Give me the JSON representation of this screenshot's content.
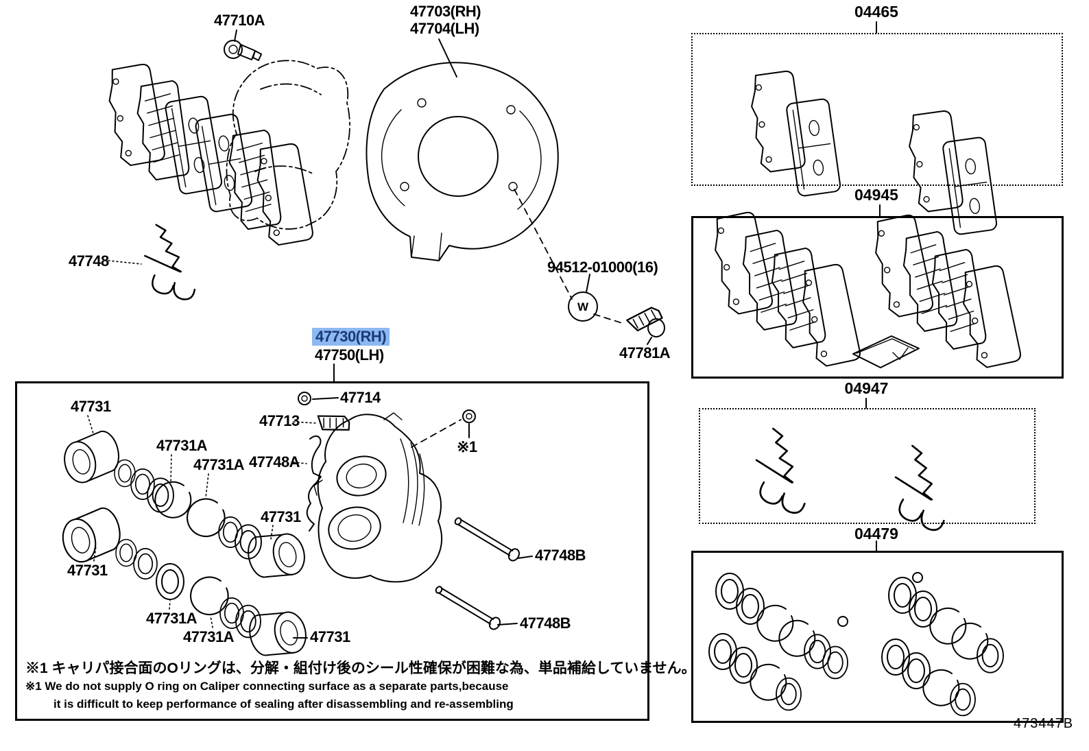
{
  "highlight": {
    "bg": "#8CB9F0",
    "text": "#1A3A78"
  },
  "parts": {
    "bolt_top": "47710A",
    "shield_rh": "47703(RH)",
    "shield_lh": "47704(LH)",
    "washer": "94512-01000(16)",
    "washer_symbol": "W",
    "mount_bolt": "47781A",
    "pad_clip": "47748",
    "caliper_rh": "47730(RH)",
    "caliper_lh": "47750(LH)",
    "piston": "47731",
    "piston_seal": "47731A",
    "cylinder_clip": "47748A",
    "bleeder_screw": "47713",
    "bleeder_cap": "47714",
    "pad_pin": "47748B",
    "note_ref": "※1"
  },
  "kits": {
    "pad_kit": "04465",
    "shim_kit": "04945",
    "fitting_kit": "04947",
    "seal_kit": "04479"
  },
  "notes": {
    "jp": "※1 キャリパ接合面のOリングは、分解・組付け後のシール性確保が困難な為、単品補給していません。",
    "en1": "※1 We do not supply O ring on Caliper connecting surface as a separate parts,because",
    "en2": "it is difficult to keep performance of sealing after disassembling and re-assembling"
  },
  "footer": {
    "drawing_code": "473447B"
  }
}
